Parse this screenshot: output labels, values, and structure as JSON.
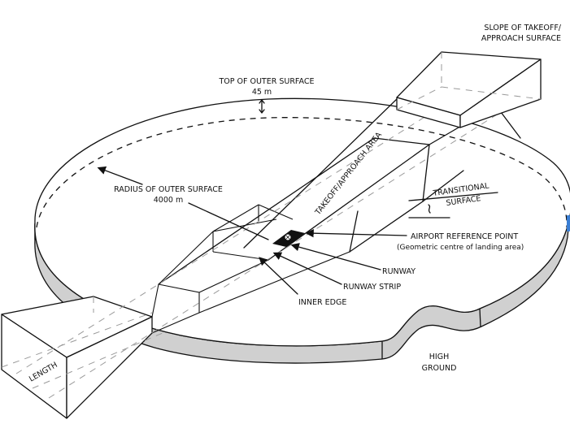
{
  "diagram": {
    "title": "Airport obstacle limitation surfaces",
    "labels": {
      "slope_line1": "SLOPE OF TAKEOFF/",
      "slope_line2": "APPROACH SURFACE",
      "top_outer_line1": "TOP OF OUTER SURFACE",
      "top_outer_line2": "45 m",
      "radius_line1": "RADIUS OF OUTER SURFACE",
      "radius_line2": "4000 m",
      "takeoff_area": "TAKEOFF/APPROACH AREA",
      "transitional_line1": "TRANSITIONAL",
      "transitional_line2": "SURFACE",
      "arp_line1": "AIRPORT REFERENCE POINT",
      "arp_line2": "(Geometric centre of landing area)",
      "runway": "RUNWAY",
      "runway_strip": "RUNWAY STRIP",
      "inner_edge": "INNER EDGE",
      "high_ground_line1": "HIGH",
      "high_ground_line2": "GROUND",
      "length": "LENGTH"
    },
    "colors": {
      "line": "#111111",
      "edge_fill": "#d0d0d0",
      "hidden_line": "#9a9a9a",
      "accent": "#3a7fd5"
    }
  }
}
